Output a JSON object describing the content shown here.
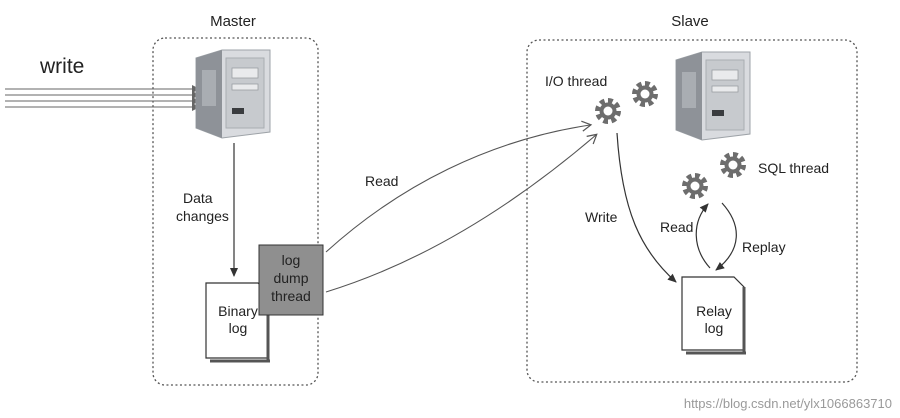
{
  "master": {
    "title": "Master",
    "input_label": "write",
    "data_changes_line1": "Data",
    "data_changes_line2": "changes",
    "binary_log_line1": "Binary",
    "binary_log_line2": "log",
    "dump_thread_line1": "log",
    "dump_thread_line2": "dump",
    "dump_thread_line3": "thread"
  },
  "slave": {
    "title": "Slave",
    "io_thread": "I/O thread",
    "sql_thread": "SQL thread",
    "write_label": "Write",
    "read_label": "Read",
    "replay_label": "Replay",
    "relay_log_line1": "Relay",
    "relay_log_line2": "log"
  },
  "read_label": "Read",
  "watermark": "https://blog.csdn.net/ylx1066863710",
  "colors": {
    "box_border": "#555555",
    "arrow": "#333333",
    "dump_thread_fill": "#8f8f8f",
    "gear": "#6d6d6d",
    "server_body": "#c9ccd0",
    "server_side": "#8c9096"
  }
}
